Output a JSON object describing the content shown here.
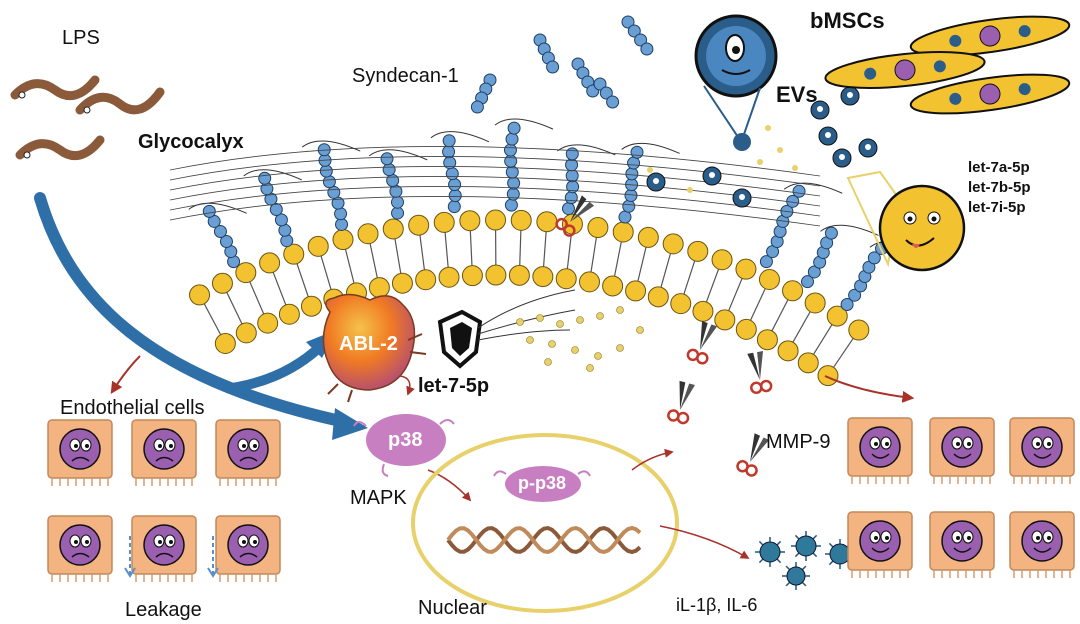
{
  "labels": {
    "lps": "LPS",
    "syndecan": "Syndecan-1",
    "glycocalyx": "Glycocalyx",
    "bmscs": "bMSCs",
    "evs": "EVs",
    "let7a": "let-7a-5p",
    "let7b": "let-7b-5p",
    "let7i": "let-7i-5p",
    "abl2": "ABL-2",
    "let75p": "let-7-5p",
    "p38": "p38",
    "pp38": "p-p38",
    "endothelial": "Endothelial cells",
    "mapk": "MAPK",
    "mmp9": "MMP-9",
    "leakage": "Leakage",
    "nuclear": "Nuclear",
    "cytokines": "iL-1β, IL-6"
  },
  "colors": {
    "membrane_head": "#f2c230",
    "glycocalyx_bead": "#6a9fd4",
    "abl2": "#f07a24",
    "p38": "#c77fc2",
    "nucleus_ring": "#e8d06a",
    "arrow_blue": "#2f6fa8",
    "cell_tile": "#f3b482",
    "cell_body": "#9b5fb0",
    "ev": "#2a5d8a"
  },
  "icons": [
    "lps-worm-icon",
    "syndecan-chain-icon",
    "ev-vesicle-icon",
    "bmsc-cell-icon",
    "scissors-mmp9-icon",
    "shield-icon",
    "cytokine-virus-icon",
    "dna-helix-icon",
    "mirna-face-icon"
  ]
}
